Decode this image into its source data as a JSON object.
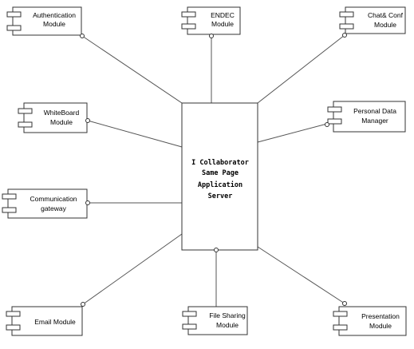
{
  "server": {
    "lines": [
      "I Collaborator",
      "Same Page",
      "Application",
      "Server"
    ]
  },
  "modules": [
    {
      "id": "authentication",
      "lines": [
        "Authentication",
        "Module"
      ]
    },
    {
      "id": "endec",
      "lines": [
        "ENDEC",
        "Module"
      ]
    },
    {
      "id": "chat-conf",
      "lines": [
        "Chat& Conf",
        "Module"
      ]
    },
    {
      "id": "whiteboard",
      "lines": [
        "WhiteBoard",
        "Module"
      ]
    },
    {
      "id": "personal-data",
      "lines": [
        "Personal Data",
        "Manager"
      ]
    },
    {
      "id": "communication",
      "lines": [
        "Communication",
        "gateway"
      ]
    },
    {
      "id": "email",
      "lines": [
        "Email Module"
      ]
    },
    {
      "id": "file-sharing",
      "lines": [
        "File Sharing",
        "Module"
      ]
    },
    {
      "id": "presentation",
      "lines": [
        "Presentation",
        "Module"
      ]
    }
  ]
}
